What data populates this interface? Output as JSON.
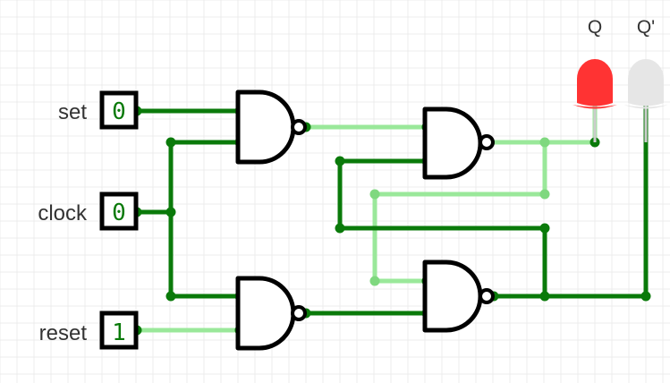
{
  "inputs": {
    "set": {
      "label": "set",
      "value": "0"
    },
    "clock": {
      "label": "clock",
      "value": "0"
    },
    "reset": {
      "label": "reset",
      "value": "1"
    }
  },
  "outputs": {
    "q": {
      "label": "Q",
      "color": "#ff3333",
      "state": "on"
    },
    "q_bar": {
      "label": "Q'",
      "color": "#e6e6e6",
      "state": "off"
    }
  },
  "gates": [
    {
      "name": "nand-gate-set-clock",
      "type": "NAND"
    },
    {
      "name": "nand-gate-reset-clock",
      "type": "NAND"
    },
    {
      "name": "nand-gate-latch-q",
      "type": "NAND"
    },
    {
      "name": "nand-gate-latch-q-bar",
      "type": "NAND"
    }
  ],
  "colors": {
    "wire_high": "#9ae89a",
    "wire_low": "#0a7a0a",
    "gate_stroke": "#000000",
    "grid": "#ececec"
  }
}
